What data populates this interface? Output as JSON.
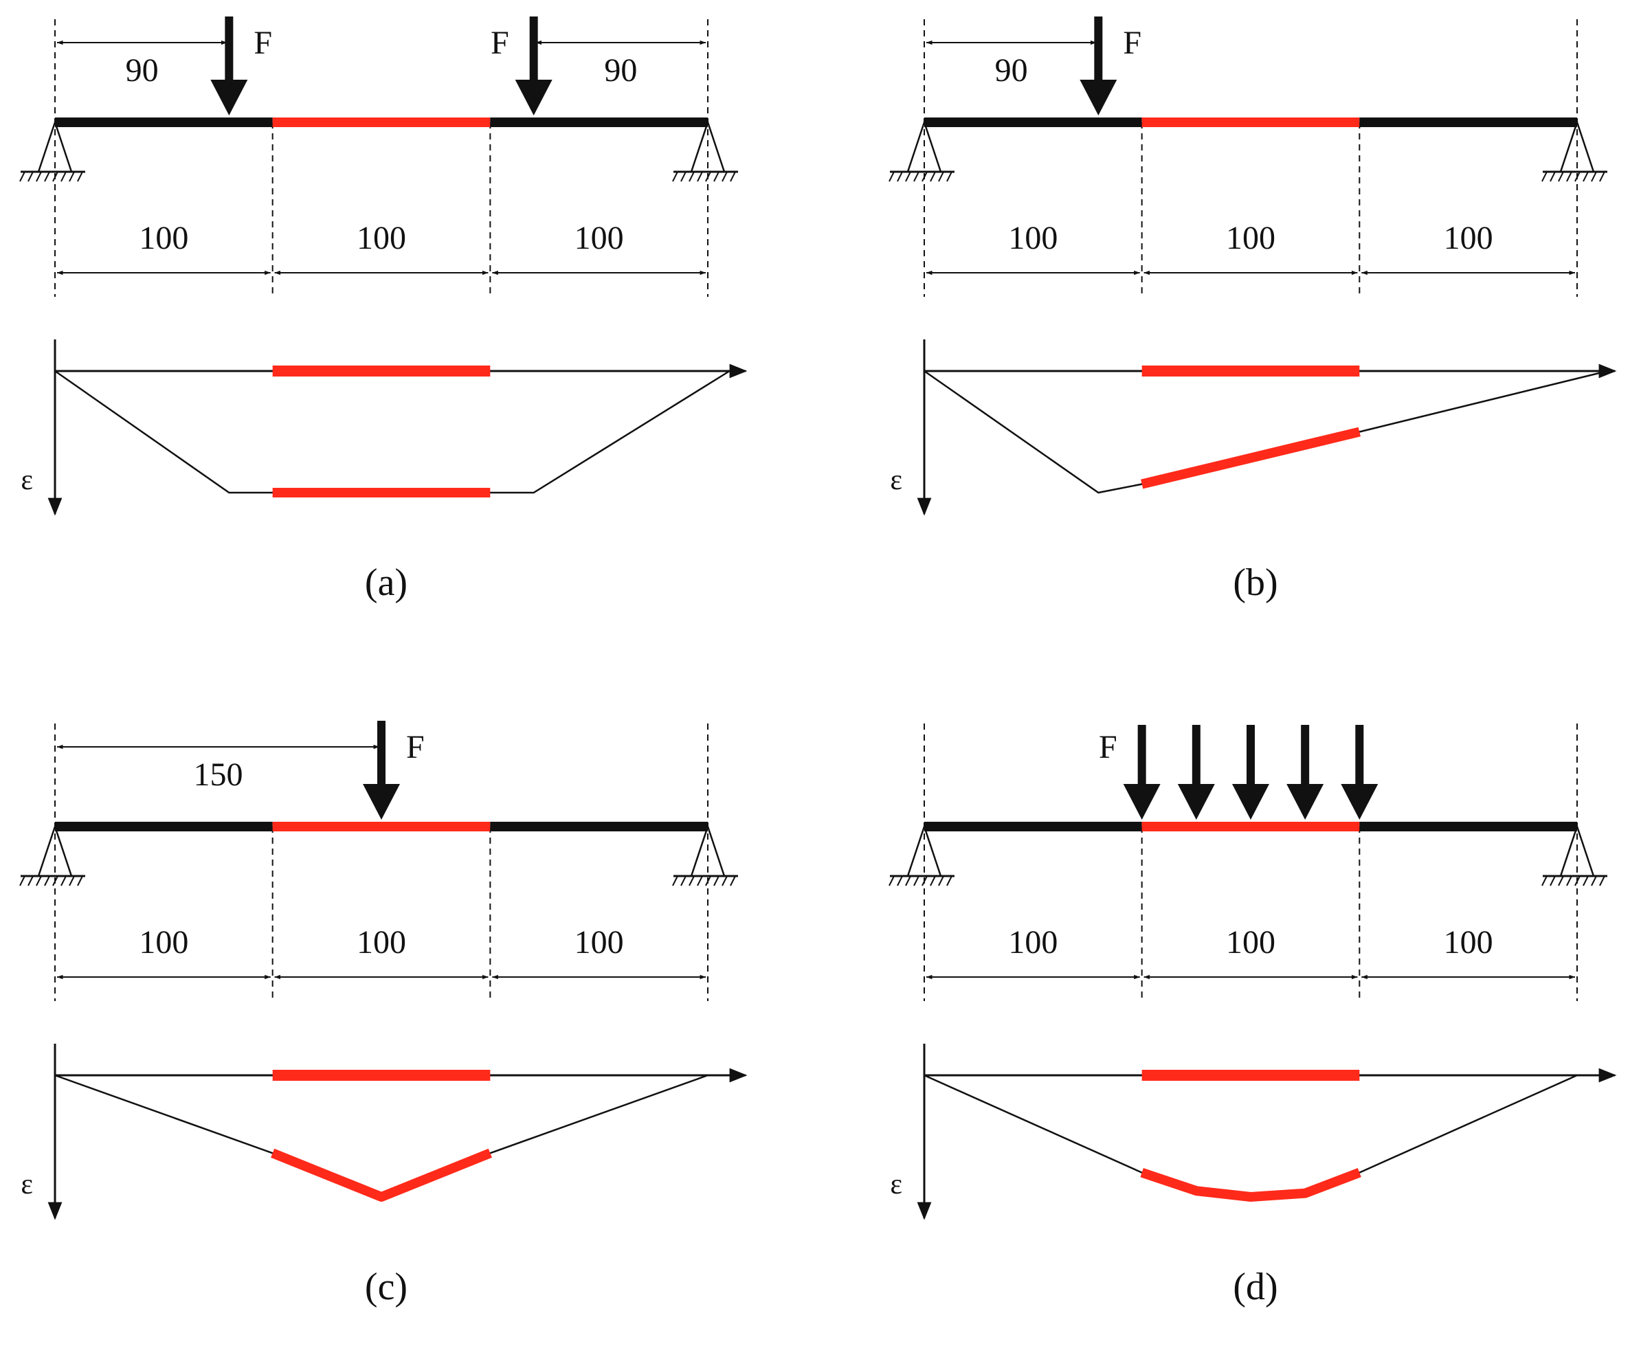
{
  "colors": {
    "ink": "#111111",
    "highlight": "#ff2a1a"
  },
  "panels": [
    {
      "caption": "(a)",
      "force_label": "F",
      "loads": [
        {
          "position": 80,
          "label_side": "right",
          "dim": {
            "from": 0,
            "to": 80,
            "label": "90"
          }
        },
        {
          "position": 220,
          "label_side": "left",
          "dim": {
            "from": 220,
            "to": 300,
            "label": "90"
          }
        }
      ],
      "spans": [
        {
          "label": "100",
          "from": 0,
          "to": 100
        },
        {
          "label": "100",
          "from": 100,
          "to": 200
        },
        {
          "label": "100",
          "from": 200,
          "to": 300
        }
      ],
      "segment_colors": [
        "ink",
        "highlight",
        "ink"
      ],
      "strain_axis_label": "ε",
      "strain_curve": [
        [
          0,
          0
        ],
        [
          80,
          1
        ],
        [
          100,
          1
        ],
        [
          200,
          1
        ],
        [
          220,
          1
        ],
        [
          310,
          0
        ]
      ],
      "highlight_range": [
        100,
        200
      ]
    },
    {
      "caption": "(b)",
      "force_label": "F",
      "loads": [
        {
          "position": 80,
          "label_side": "right",
          "dim": {
            "from": 0,
            "to": 80,
            "label": "90"
          }
        }
      ],
      "spans": [
        {
          "label": "100",
          "from": 0,
          "to": 100
        },
        {
          "label": "100",
          "from": 100,
          "to": 200
        },
        {
          "label": "100",
          "from": 200,
          "to": 300
        }
      ],
      "segment_colors": [
        "ink",
        "highlight",
        "ink"
      ],
      "strain_axis_label": "ε",
      "strain_curve": [
        [
          0,
          0
        ],
        [
          80,
          1
        ],
        [
          100,
          0.93
        ],
        [
          200,
          0.5
        ],
        [
          314,
          0
        ]
      ],
      "highlight_range": [
        100,
        200
      ]
    },
    {
      "caption": "(c)",
      "force_label": "F",
      "loads": [
        {
          "position": 150,
          "label_side": "right",
          "dim": {
            "from": 0,
            "to": 150,
            "label": "150"
          }
        }
      ],
      "spans": [
        {
          "label": "100",
          "from": 0,
          "to": 100
        },
        {
          "label": "100",
          "from": 100,
          "to": 200
        },
        {
          "label": "100",
          "from": 200,
          "to": 300
        }
      ],
      "segment_colors": [
        "ink",
        "highlight",
        "ink"
      ],
      "strain_axis_label": "ε",
      "strain_curve": [
        [
          0,
          0
        ],
        [
          100,
          0.64
        ],
        [
          150,
          1
        ],
        [
          200,
          0.64
        ],
        [
          300,
          0
        ]
      ],
      "highlight_range": [
        100,
        200
      ]
    },
    {
      "caption": "(d)",
      "force_label": "F",
      "loads": [
        {
          "position": 100,
          "label_side": "left"
        },
        {
          "position": 125
        },
        {
          "position": 150
        },
        {
          "position": 175
        },
        {
          "position": 200
        }
      ],
      "spans": [
        {
          "label": "100",
          "from": 0,
          "to": 100
        },
        {
          "label": "100",
          "from": 100,
          "to": 200
        },
        {
          "label": "100",
          "from": 200,
          "to": 300
        }
      ],
      "segment_colors": [
        "ink",
        "highlight",
        "ink"
      ],
      "strain_axis_label": "ε",
      "strain_curve": [
        [
          0,
          0
        ],
        [
          100,
          0.8
        ],
        [
          125,
          0.95
        ],
        [
          150,
          1
        ],
        [
          175,
          0.97
        ],
        [
          200,
          0.8
        ],
        [
          300,
          0
        ]
      ],
      "highlight_range": [
        100,
        200
      ]
    }
  ]
}
